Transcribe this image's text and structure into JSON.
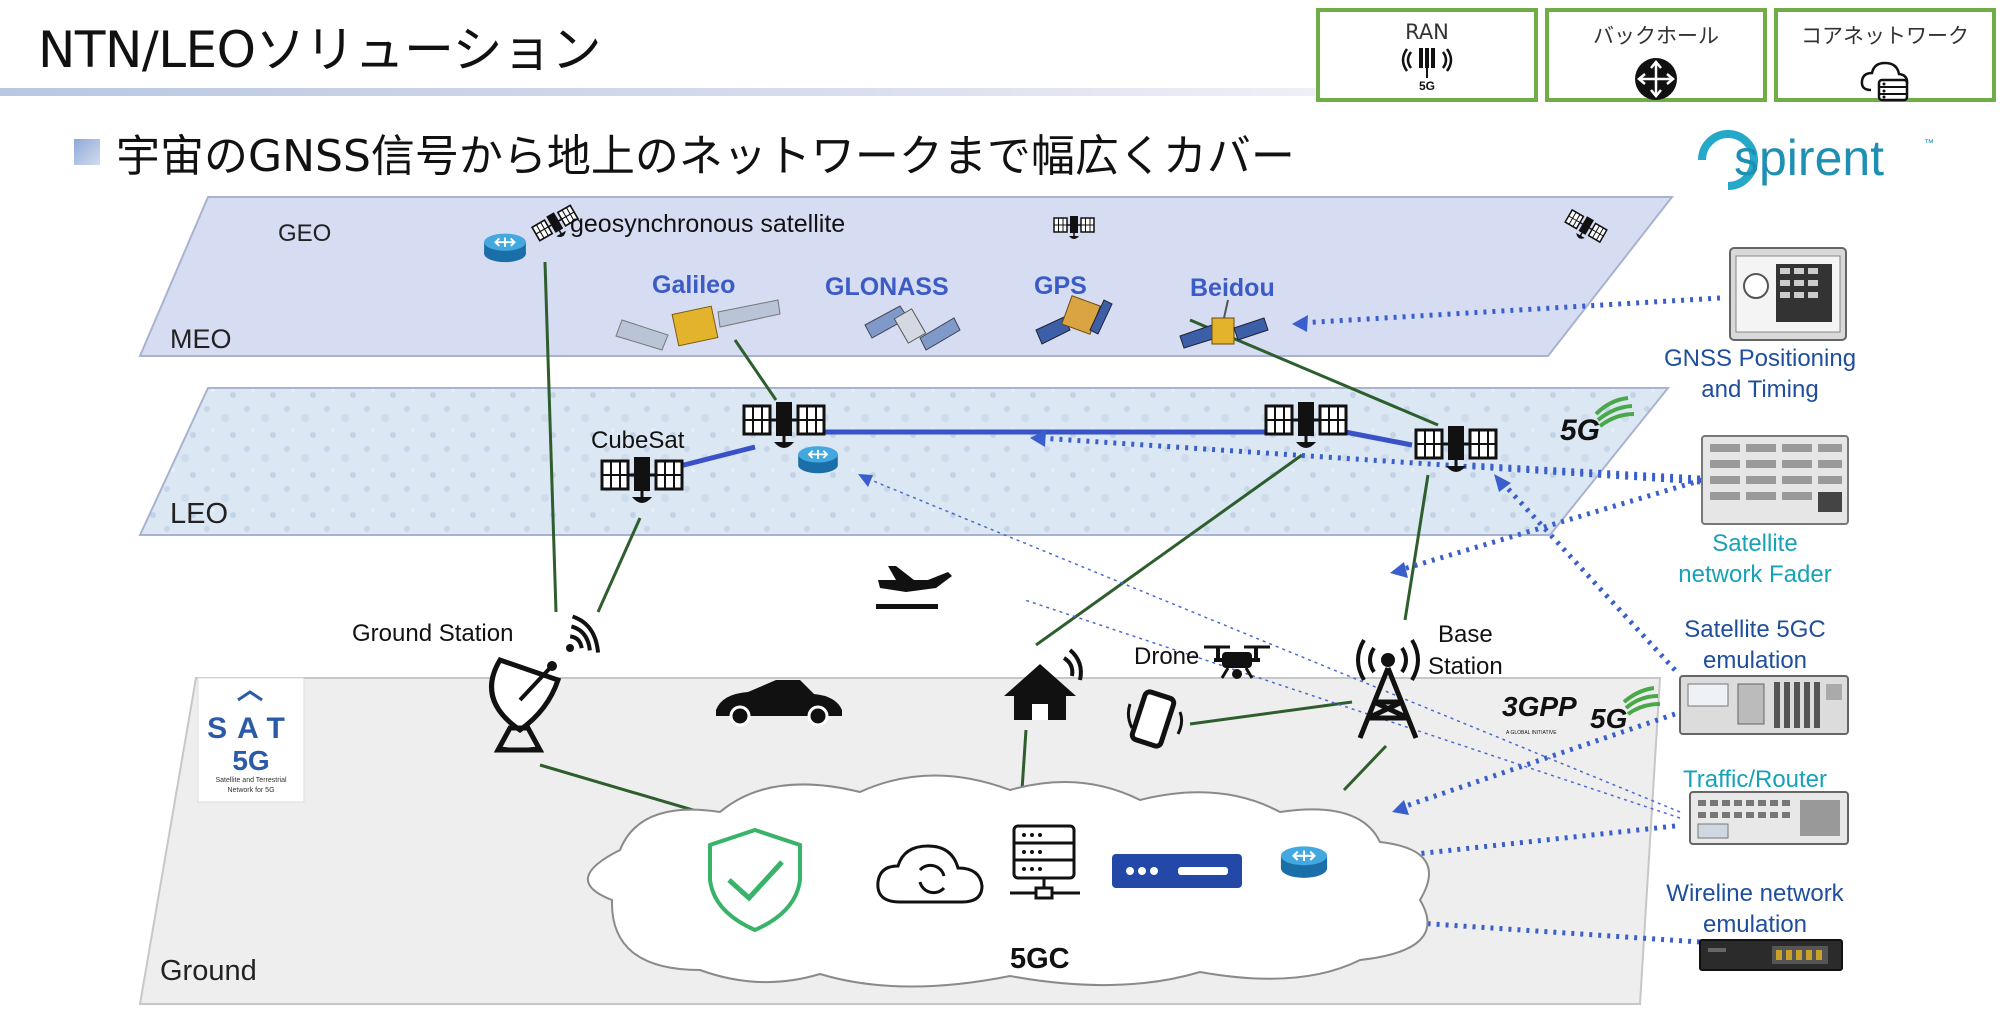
{
  "header": {
    "title": "NTN/LEOソリューション",
    "subtitle": "宇宙のGNSS信号から地上のネットワークまで幅広くカバー",
    "categories": [
      {
        "label": "RAN",
        "icon": "ran-antenna-5g-icon"
      },
      {
        "label": "バックホール",
        "icon": "router-icon"
      },
      {
        "label": "コアネットワーク",
        "icon": "cloud-server-icon"
      }
    ],
    "logo_text": "spirent",
    "logo_tm": "™"
  },
  "layers": {
    "geo": "GEO",
    "meo": "MEO",
    "leo": "LEO",
    "ground": "Ground"
  },
  "labels": {
    "geo_satellite": "geosynchronous satellite",
    "galileo": "Galileo",
    "glonass": "GLONASS",
    "gps": "GPS",
    "beidou": "Beidou",
    "cubesat": "CubeSat",
    "ground_station": "Ground Station",
    "drone": "Drone",
    "base_station_1": "Base",
    "base_station_2": "Station",
    "core": "5GC",
    "badge_5g": "5G",
    "threegpp": "3GPP",
    "threegpp_sub": "A GLOBAL INITIATIVE"
  },
  "sat5g_logo": {
    "title": "SAT",
    "big": "5G",
    "line1": "Satellite and Terrestrial",
    "line2": "Network for 5G"
  },
  "products": [
    {
      "line1": "GNSS Positioning",
      "line2": "and Timing",
      "color": "#1f4e9c"
    },
    {
      "line1": "Satellite",
      "line2": "network Fader",
      "color": "#17a2b8"
    },
    {
      "line1": "Satellite 5GC",
      "line2": "emulation",
      "color": "#1f4e9c"
    },
    {
      "line1": "Traffic/Router",
      "line2": "",
      "color": "#17a2b8"
    },
    {
      "line1": "Wireline network",
      "line2": "emulation",
      "color": "#1f4e9c"
    }
  ],
  "colors": {
    "meo_plane": "#d6dcf2",
    "leo_plane": "#dbe7f3",
    "ground_plane": "#eeeeee",
    "green_line": "#2e5e2e",
    "blue_dots": "#3a5fcd",
    "leo_link": "#3a52c8",
    "category_border": "#70ad47",
    "gnss_text": "#3b5bc6"
  }
}
